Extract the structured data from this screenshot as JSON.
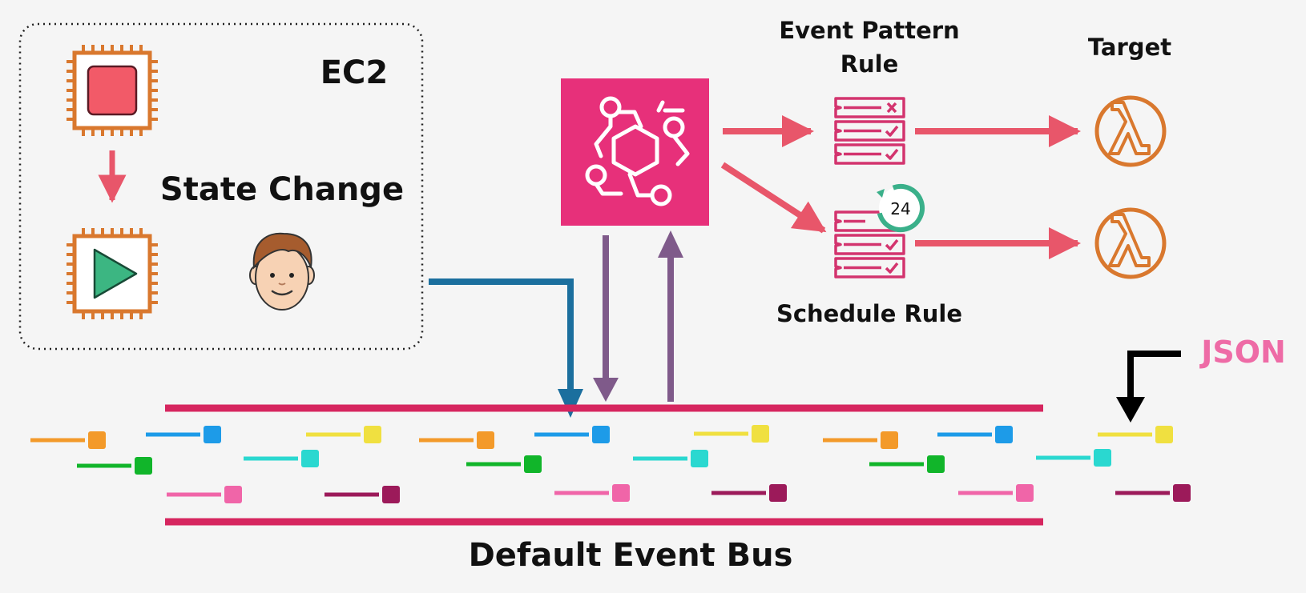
{
  "labels": {
    "ec2": "EC2",
    "state_change": "State Change",
    "event_pattern_rule_line1": "Event Pattern",
    "event_pattern_rule_line2": "Rule",
    "target": "Target",
    "schedule_rule": "Schedule Rule",
    "schedule_hours": "24",
    "json": "JSON",
    "bus": "Default Event Bus"
  },
  "colors": {
    "background": "#f5f5f5",
    "eventbridge": "#e7307a",
    "rule_pink": "#d3346e",
    "arrow_red": "#e8566a",
    "arrow_blue": "#1b6f9e",
    "arrow_purple": "#7f5a8a",
    "lambda_orange": "#d9782e",
    "chip_orange": "#d9782e",
    "chip_red": "#f25a68",
    "chip_green": "#3cb682",
    "bus_line": "#d6265f",
    "json_pink": "#ee6ba6",
    "event_colors": [
      "#f39a2a",
      "#1d9be8",
      "#f0e040",
      "#11b52a",
      "#2ad8d0",
      "#f065a8",
      "#9c1a5a"
    ]
  },
  "icons": {
    "ec2_chip_stop": "ec2-instance-stopped-icon",
    "ec2_chip_run": "ec2-instance-running-icon",
    "user": "user-avatar-icon",
    "eventbridge": "eventbridge-icon",
    "rule": "rule-list-icon",
    "clock": "clock-24h-icon",
    "lambda": "lambda-icon"
  }
}
